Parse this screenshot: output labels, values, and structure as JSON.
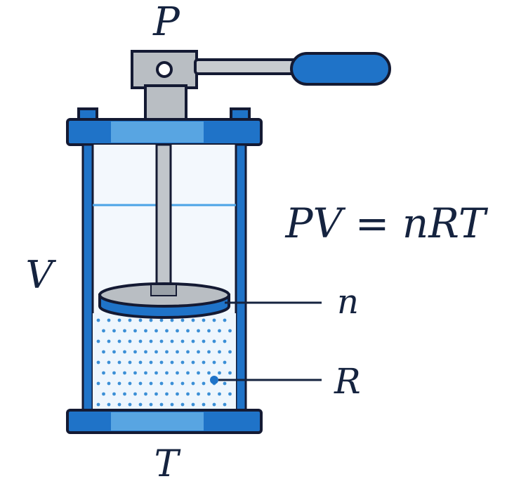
{
  "labels": {
    "pressure": "P",
    "volume": "V",
    "temperature": "T",
    "moles": "n",
    "gas_constant": "R",
    "equation": "PV = nRT"
  },
  "colors": {
    "blue": "#1f73c8",
    "dark_outline": "#141a33",
    "light_blue": "#66b2e8",
    "gray": "#9aa1a8",
    "water_line": "#4aa3e6",
    "dots": "#3b8fd6"
  }
}
